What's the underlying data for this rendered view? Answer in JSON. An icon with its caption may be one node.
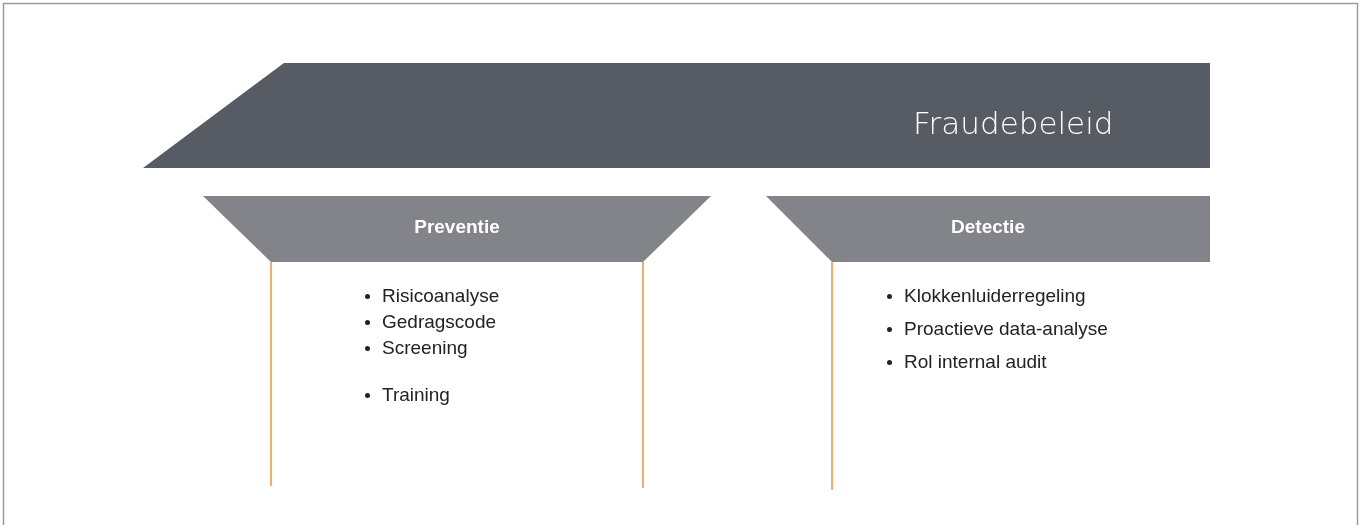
{
  "diagram": {
    "nodes": [
      {
        "text": [
          "Fraudebeleid"
        ]
      },
      {
        "text": [
          "Preventie"
        ]
      },
      {
        "text": [
          "Detectie"
        ]
      }
    ],
    "labels": [
      "Risicoanalyse",
      "Gedragscode",
      "Screening",
      "Training",
      "Klokkenluiderregeling",
      "Proactieve data-analyse",
      "Rol internal audit"
    ]
  }
}
